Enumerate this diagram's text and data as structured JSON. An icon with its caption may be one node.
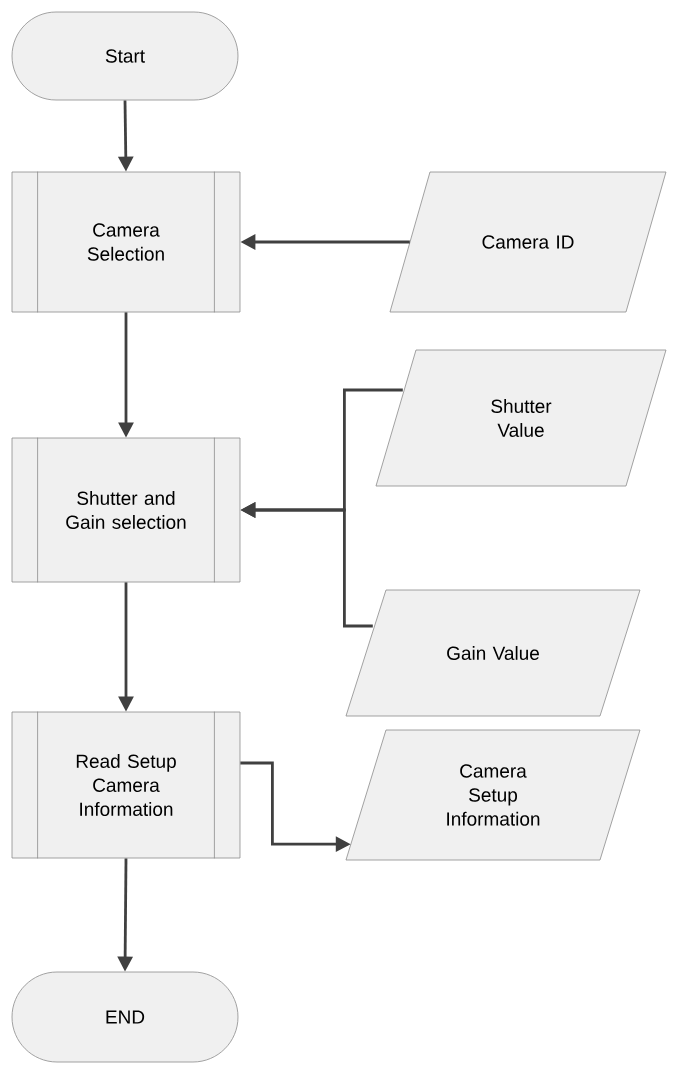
{
  "diagram": {
    "nodes": [
      {
        "text": [
          "Start"
        ]
      },
      {
        "text": [
          "Camera Selection"
        ]
      },
      {
        "text": [
          "Camera ID"
        ]
      },
      {
        "text": [
          "Shutter and Gain selection"
        ]
      },
      {
        "text": [
          "Shutter Value"
        ]
      },
      {
        "text": [
          "Gain Value"
        ]
      },
      {
        "text": [
          "Read  Setup Camera Information"
        ]
      },
      {
        "text": [
          "Camera Setup Information"
        ]
      },
      {
        "text": [
          "END"
        ]
      }
    ],
    "edges": [
      {
        "from": 0,
        "to": 1,
        "arrow": "to"
      },
      {
        "from": 2,
        "to": 1,
        "arrow": "to"
      },
      {
        "from": 1,
        "to": 3,
        "arrow": "to"
      },
      {
        "from": 4,
        "to": 3,
        "arrow": "to"
      },
      {
        "from": 5,
        "to": 3,
        "arrow": "to"
      },
      {
        "from": 3,
        "to": 6,
        "arrow": "to"
      },
      {
        "from": 6,
        "to": 7,
        "arrow": "to"
      },
      {
        "from": 6,
        "to": 8,
        "arrow": "to"
      }
    ]
  }
}
